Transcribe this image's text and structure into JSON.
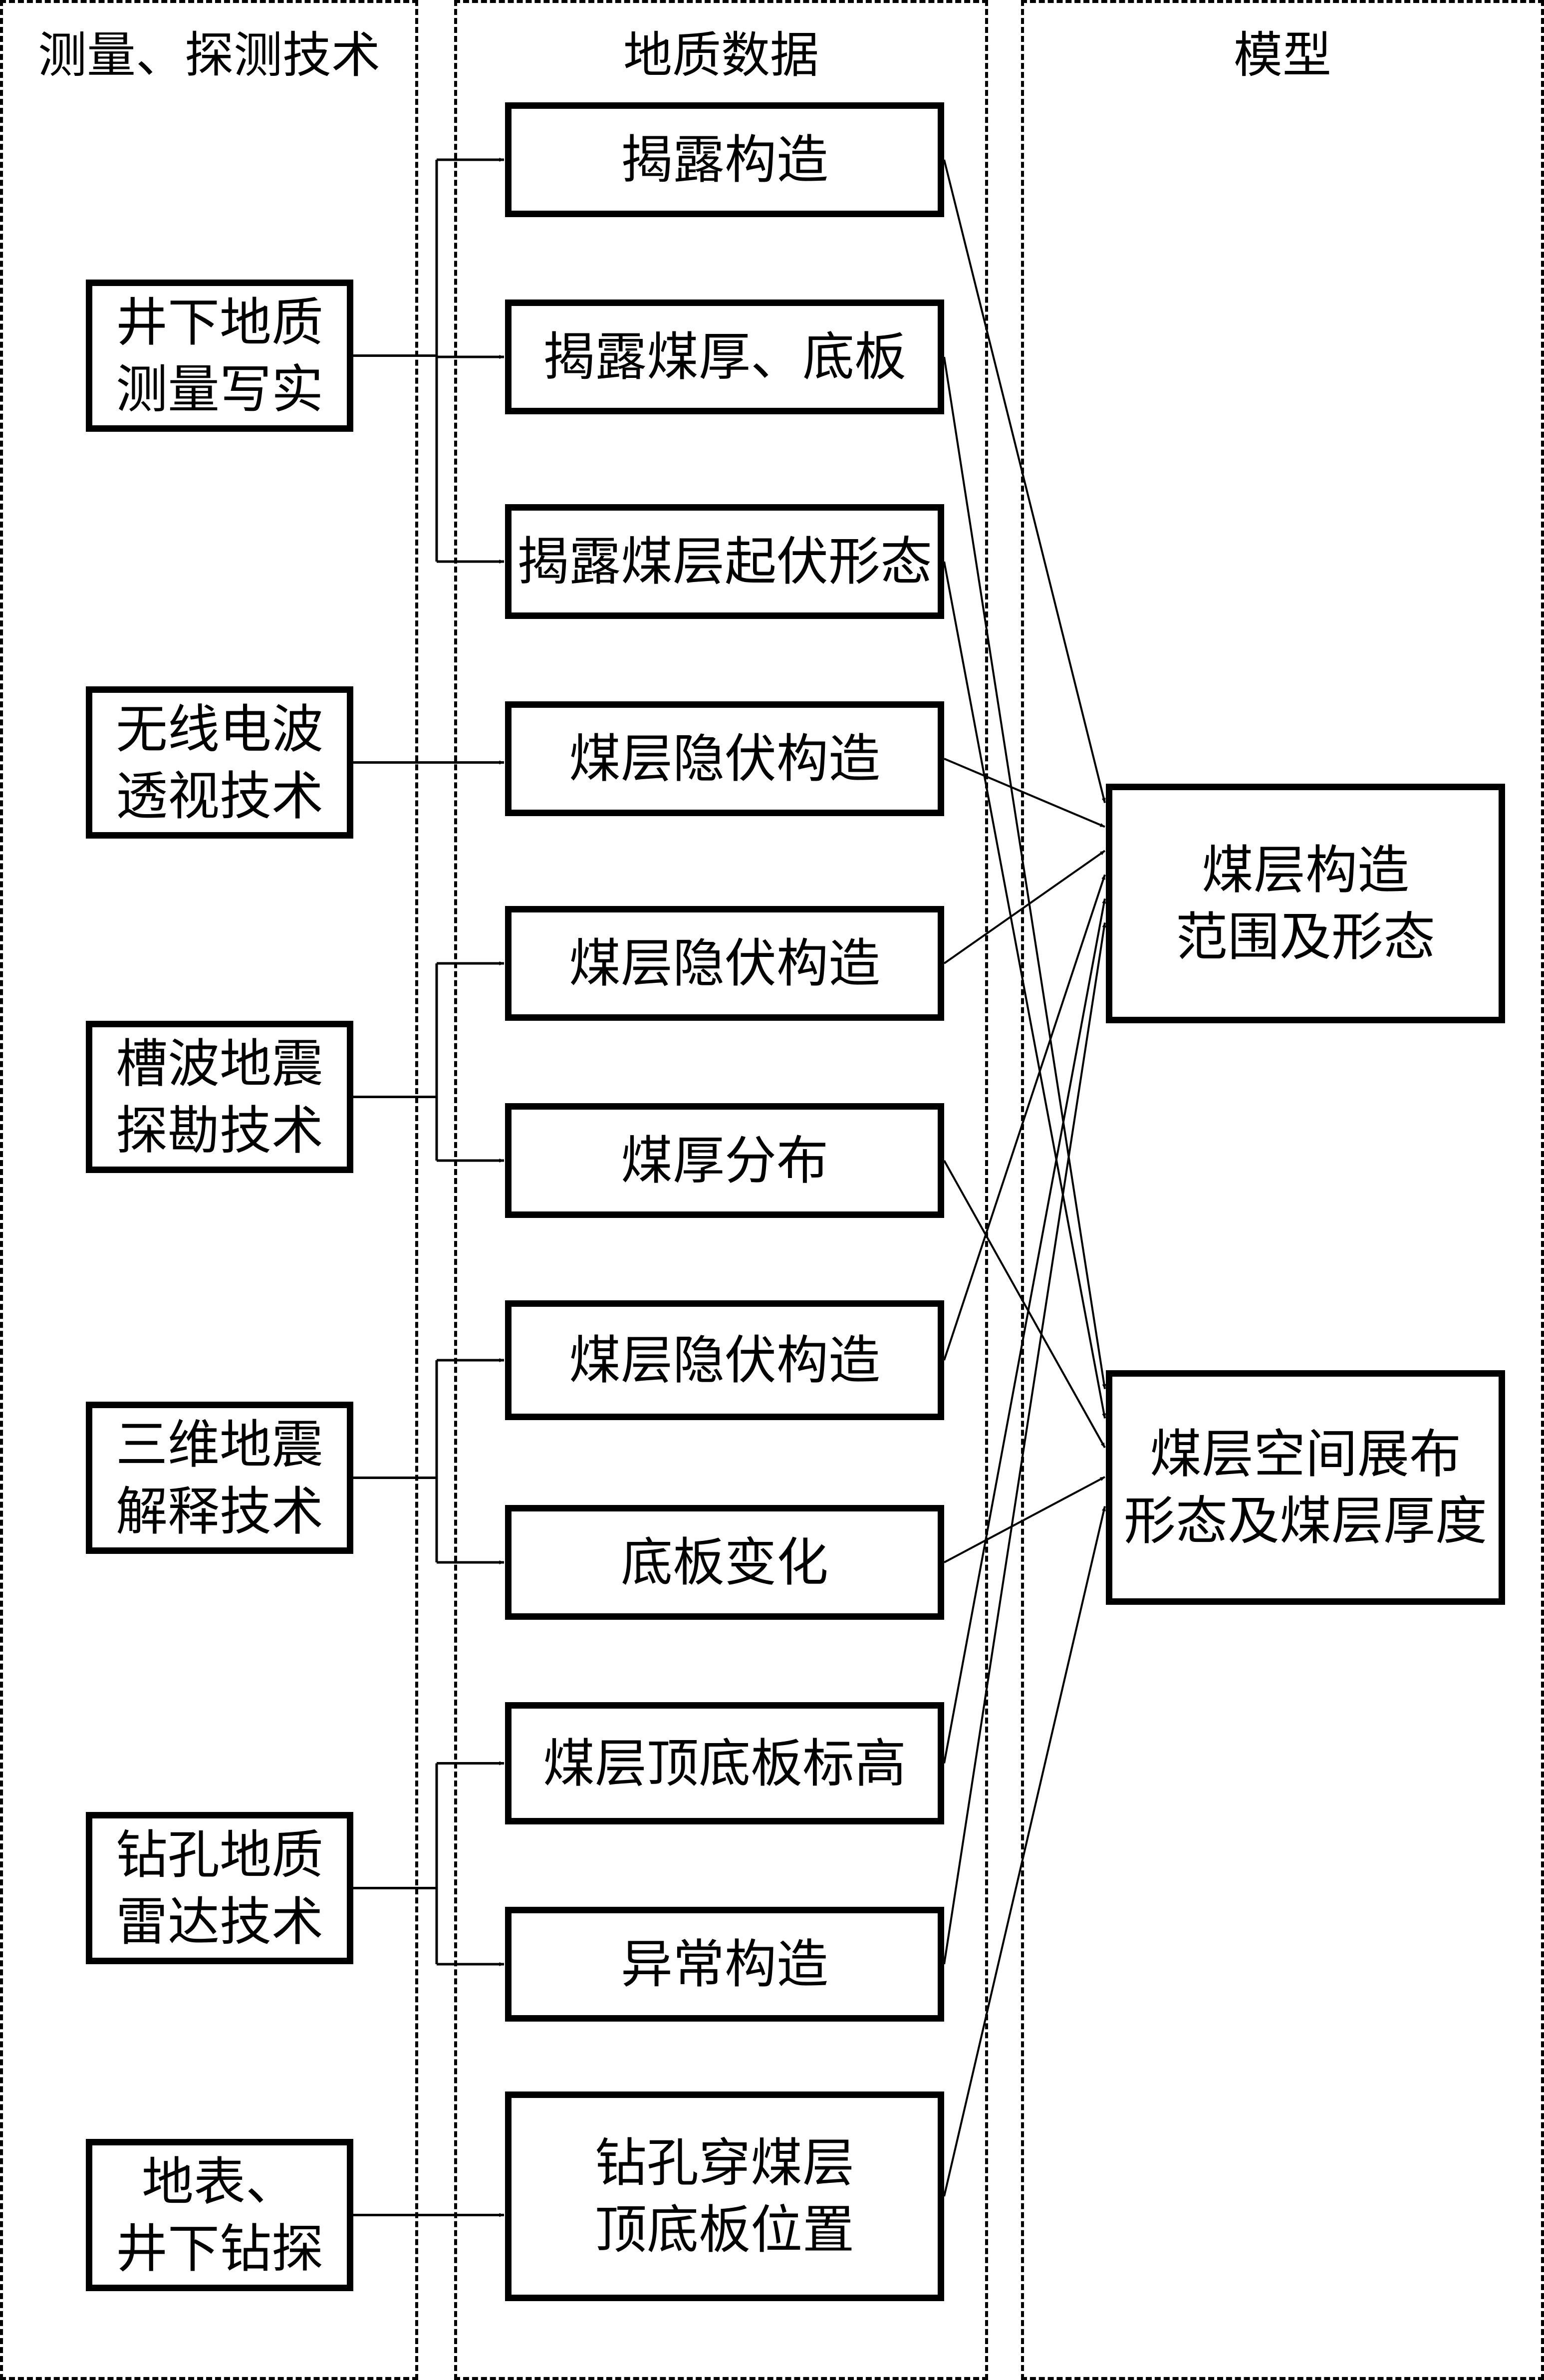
{
  "columns": {
    "methods": "测量、探测技术",
    "data": "地质数据",
    "model": "模型"
  },
  "methods": [
    {
      "id": "m1",
      "label": "井下地质\n测量写实"
    },
    {
      "id": "m2",
      "label": "无线电波\n透视技术"
    },
    {
      "id": "m3",
      "label": "槽波地震\n探勘技术"
    },
    {
      "id": "m4",
      "label": "三维地震\n解释技术"
    },
    {
      "id": "m5",
      "label": "钻孔地质\n雷达技术"
    },
    {
      "id": "m6",
      "label": "地表、\n井下钻探"
    }
  ],
  "data_items": [
    {
      "id": "d1",
      "label": "揭露构造",
      "source": "m1",
      "target": "r1"
    },
    {
      "id": "d2",
      "label": "揭露煤厚、底板",
      "source": "m1",
      "target": "r2"
    },
    {
      "id": "d3",
      "label": "揭露煤层起伏形态",
      "source": "m1",
      "target": "r2"
    },
    {
      "id": "d4",
      "label": "煤层隐伏构造",
      "source": "m2",
      "target": "r1"
    },
    {
      "id": "d5",
      "label": "煤层隐伏构造",
      "source": "m3",
      "target": "r1"
    },
    {
      "id": "d6",
      "label": "煤厚分布",
      "source": "m3",
      "target": "r2"
    },
    {
      "id": "d7",
      "label": "煤层隐伏构造",
      "source": "m4",
      "target": "r1"
    },
    {
      "id": "d8",
      "label": "底板变化",
      "source": "m4",
      "target": "r2"
    },
    {
      "id": "d9",
      "label": "煤层顶底板标高",
      "source": "m5",
      "target": "r1"
    },
    {
      "id": "d10",
      "label": "异常构造",
      "source": "m5",
      "target": "r1"
    },
    {
      "id": "d11",
      "label": "钻孔穿煤层\n顶底板位置",
      "source": "m6",
      "target": "r2"
    }
  ],
  "models": [
    {
      "id": "r1",
      "label": "煤层构造\n范围及形态"
    },
    {
      "id": "r2",
      "label": "煤层空间展布\n形态及煤层厚度"
    }
  ]
}
